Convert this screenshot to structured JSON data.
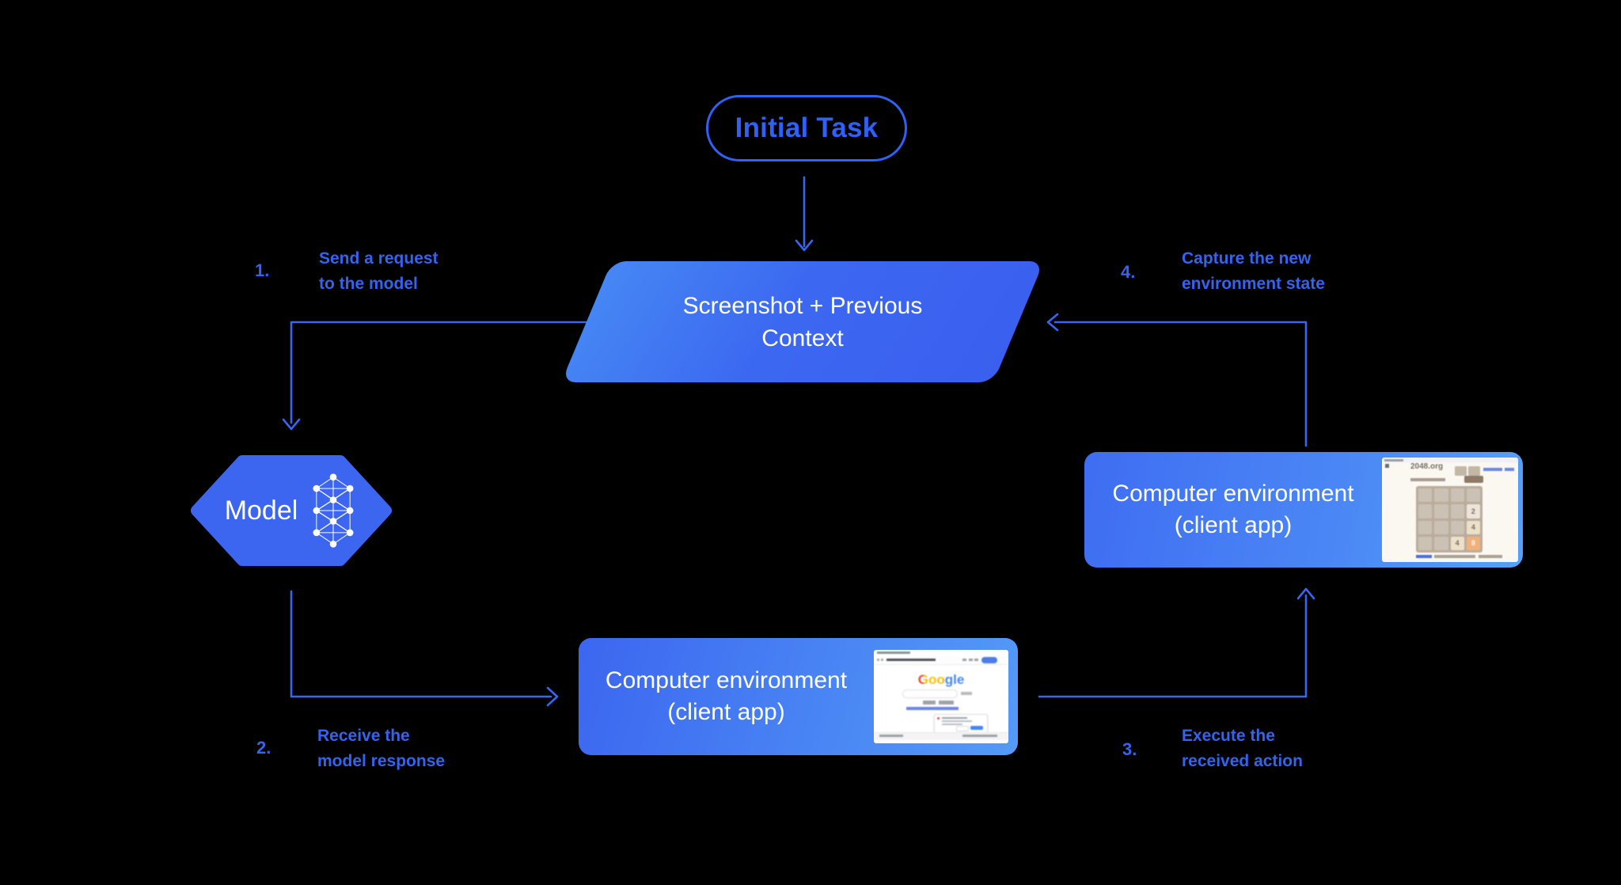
{
  "colors": {
    "background": "#000000",
    "accent_blue": "#2E61F4",
    "line_blue": "#3866EE",
    "label_blue": "#3464EF",
    "shape_blue": "#3C66EF",
    "box_gradient_start": "#3F6DF2",
    "box_gradient_end": "#55A2F8",
    "text_white": "#FFFFFF"
  },
  "nodes": {
    "initial_task": {
      "label": "Initial Task"
    },
    "screenshot_context": {
      "label": "Screenshot + Previous Context"
    },
    "model": {
      "label": "Model",
      "icon": "neural-network-icon"
    },
    "env_bottom": {
      "label": "Computer environment",
      "sublabel": "(client app)",
      "screenshot": "google-homepage"
    },
    "env_right": {
      "label": "Computer environment",
      "sublabel": "(client app)",
      "screenshot": "2048-game"
    }
  },
  "steps": [
    {
      "number": "1.",
      "line1": "Send a request",
      "line2": "to the model"
    },
    {
      "number": "2.",
      "line1": "Receive the",
      "line2": "model response"
    },
    {
      "number": "3.",
      "line1": "Execute the",
      "line2": "received action"
    },
    {
      "number": "4.",
      "line1": "Capture the new",
      "line2": "environment state"
    }
  ],
  "mini_2048": {
    "title": "2048.org",
    "cells": [
      "",
      "",
      "",
      "",
      "",
      "",
      "",
      "2",
      "",
      "",
      "",
      "4",
      "",
      "",
      "4",
      "8"
    ]
  },
  "mini_google": {
    "logo": "Google"
  }
}
